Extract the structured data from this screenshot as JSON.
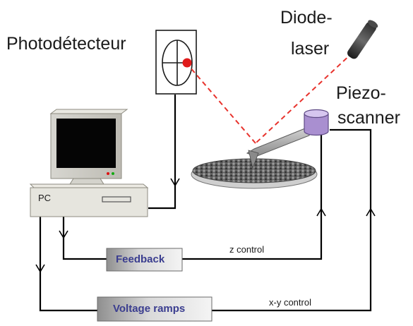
{
  "labels": {
    "photodetector": "Photodétecteur",
    "diode_line1": "Diode-",
    "diode_line2": "laser",
    "piezo_line1": "Piezo-",
    "piezo_line2": "scanner",
    "pc": "PC",
    "feedback": "Feedback",
    "z_control": "z control",
    "voltage_ramps": "Voltage ramps",
    "xy_control": "x-y control"
  },
  "colors": {
    "laser_beam": "#e8332d",
    "laser_spot": "#e01b1b",
    "box_text": "#3a3d8f",
    "wire": "#000000",
    "piezo": "#a98fd0"
  }
}
